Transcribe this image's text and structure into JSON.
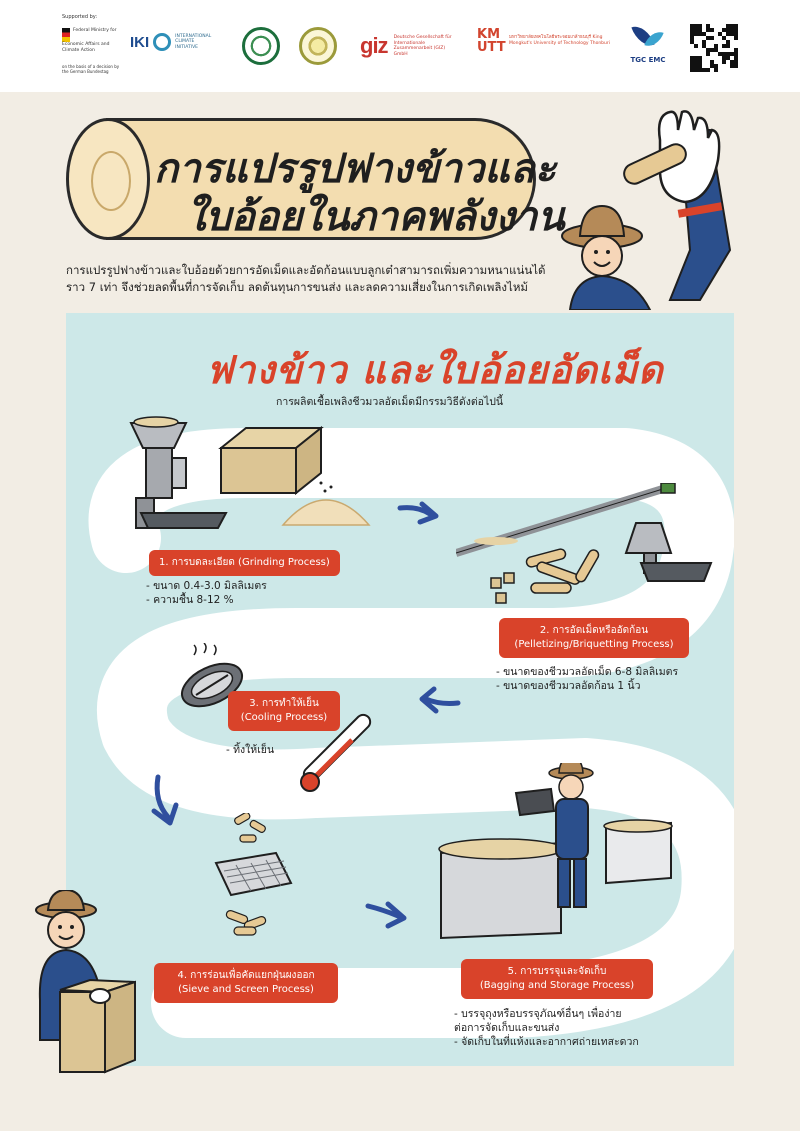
{
  "header": {
    "supported_by": "Supported by:",
    "ministry_text": "Federal Ministry for Economic Affairs and Climate Action",
    "bundestag_text": "on the basis of a decision by the German Bundestag",
    "iki_mark": "IKI",
    "iki_text": "INTERNATIONAL CLIMATE INITIATIVE",
    "giz_mark": "giz",
    "giz_text": "Deutsche Gesellschaft für Internationale Zusammenarbeit (GIZ) GmbH",
    "kmutt_mark": "KM UTT",
    "kmutt_text": "มหาวิทยาลัยเทคโนโลยีพระจอมเกล้าธนบุรี King Mongkut's University of Technology Thonburi",
    "tgc_text": "TGC EMC"
  },
  "title": {
    "line1": "การแปรรูปฟางข้าวและ",
    "line2": "ใบอ้อยในภาคพลังงาน"
  },
  "intro": "การแปรรูปฟางข้าวและใบอ้อยด้วยการอัดเม็ดและอัดก้อนแบบลูกเต๋าสามารถเพิ่มความหนาแน่นได้ ราว 7 เท่า จึงช่วยลดพื้นที่การจัดเก็บ ลดต้นทุนการขนส่ง และลดความเสี่ยงในการเกิดเพลิงไหม้",
  "panel": {
    "title": "ฟางข้าว และใบอ้อยอัดเม็ด",
    "subtitle": "การผลิตเชื้อเพลิงชีวมวลอัดเม็ดมีกรรมวิธีดังต่อไปนี้",
    "steps": [
      {
        "label_th": "1. การบดละเอียด (Grinding Process)",
        "label_en": "",
        "notes": [
          "- ขนาด 0.4-3.0 มิลลิเมตร",
          "- ความชื้น 8-12 %"
        ]
      },
      {
        "label_th": "2. การอัดเม็ดหรืออัดก้อน",
        "label_en": "(Pelletizing/Briquetting Process)",
        "notes": [
          "- ขนาดของชีวมวลอัดเม็ด 6-8 มิลลิเมตร",
          "- ขนาดของชีวมวลอัดก้อน 1 นิ้ว"
        ]
      },
      {
        "label_th": "3. การทำให้เย็น",
        "label_en": "(Cooling Process)",
        "notes": [
          "- ทิ้งให้เย็น"
        ]
      },
      {
        "label_th": "4. การร่อนเพื่อคัดแยกฝุ่นผงออก",
        "label_en": "(Sieve and Screen Process)",
        "notes": []
      },
      {
        "label_th": "5. การบรรจุและจัดเก็บ",
        "label_en": "(Bagging and Storage Process)",
        "notes": [
          "- บรรจุถุงหรือบรรจุภัณฑ์อื่นๆ เพื่อง่าย",
          "  ต่อการจัดเก็บและขนส่ง",
          "- จัดเก็บในที่แห้งและอากาศถ่ายเทสะดวก"
        ]
      }
    ]
  },
  "colors": {
    "accent": "#d9432a",
    "panel_bg": "#cde8e8",
    "path": "#ffffff",
    "arrow": "#2f4f9e",
    "page_bg": "#f2ede4"
  }
}
